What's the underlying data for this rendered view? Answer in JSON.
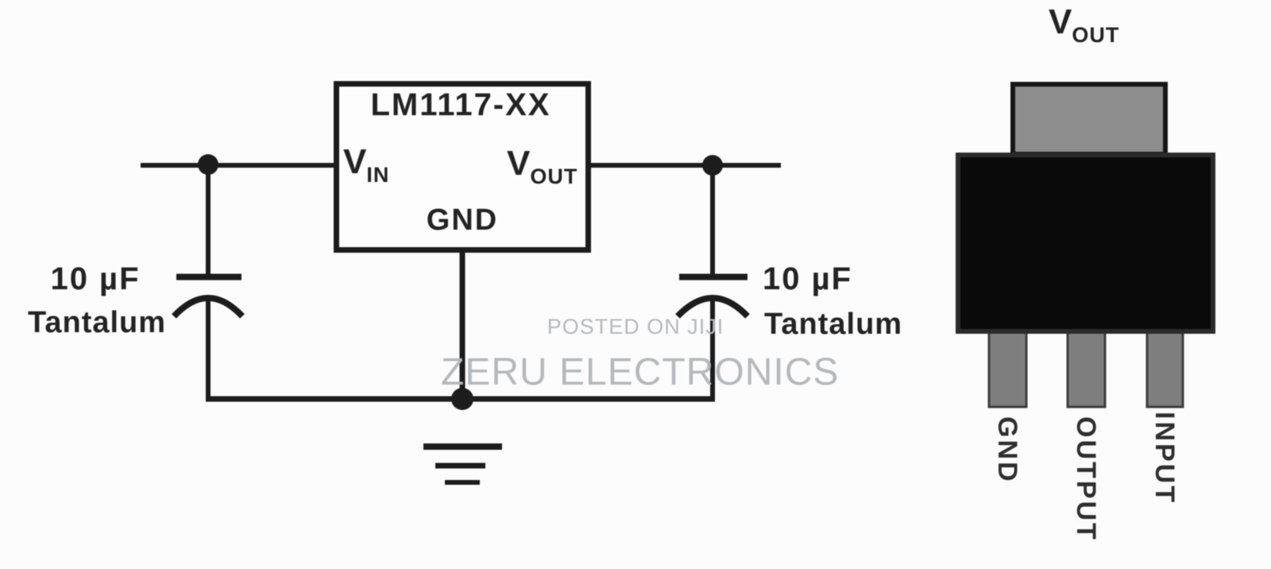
{
  "colors": {
    "background": "#fcfcfc",
    "line": "#1c1c1c",
    "text": "#232323",
    "watermark": "#b5b9bc",
    "package_tab": "#8d8d8d",
    "package_body": "#0a0a0a",
    "package_pin": "#7e7e7e"
  },
  "schematic": {
    "ic_label": "LM1117-XX",
    "pin_in": {
      "base": "V",
      "sub": "IN"
    },
    "pin_out": {
      "base": "V",
      "sub": "OUT"
    },
    "pin_gnd_label": "GND",
    "cap_left": {
      "value": "10 µF",
      "type": "Tantalum"
    },
    "cap_right": {
      "value": "10 µF",
      "type": "Tantalum"
    }
  },
  "watermark": {
    "line1": "POSTED ON JIJI",
    "line2": "ZERU ELECTRONICS"
  },
  "package": {
    "tab_label": {
      "base": "V",
      "sub": "OUT"
    },
    "pin_labels": [
      "GND",
      "OUTPUT",
      "INPUT"
    ]
  }
}
